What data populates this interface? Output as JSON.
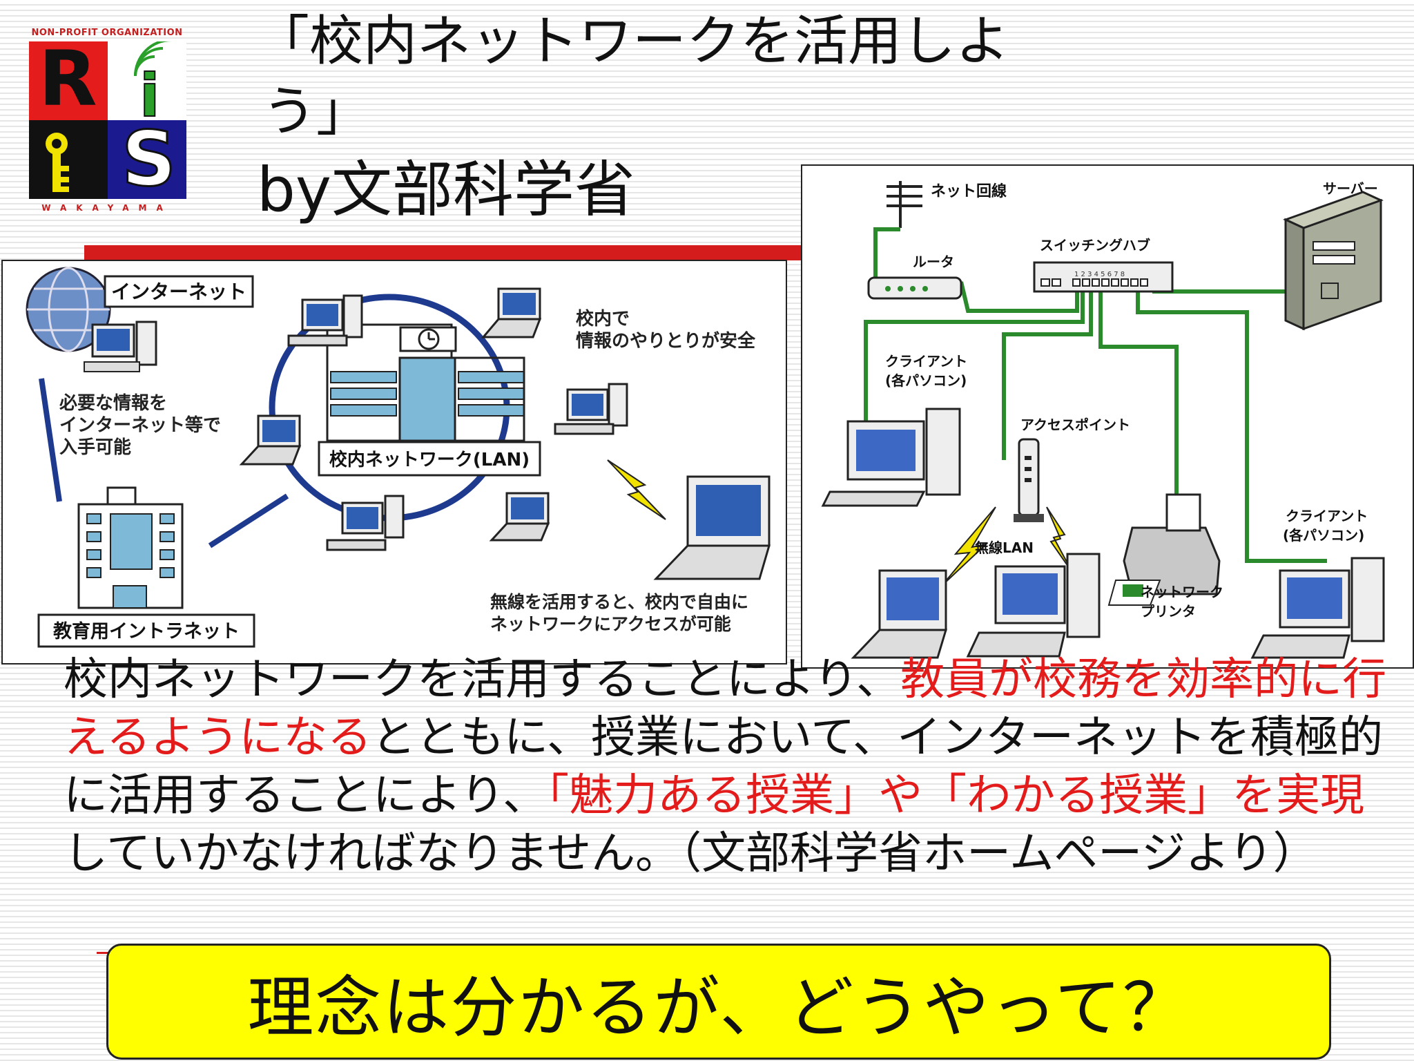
{
  "logo": {
    "org": "NON-PROFIT ORGANIZATION",
    "letters": [
      "R",
      "i",
      "S"
    ],
    "location": "WAKAYAMA",
    "colors": {
      "red": "#e41c1c",
      "navy": "#1b1b8f",
      "black": "#111111",
      "yellow": "#f2e200",
      "green": "#2aa02a"
    }
  },
  "title": {
    "line1": "「校内ネットワークを活用しよ",
    "line2": "う」",
    "line3": "by文部科学省"
  },
  "left_diagram": {
    "internet": "インターネット",
    "lan": "校内ネットワーク(LAN)",
    "intranet": "教育用イントラネット",
    "note_safe": [
      "校内で",
      "情報のやりとりが安全"
    ],
    "note_info": [
      "必要な情報を",
      "インターネット等で",
      "入手可能"
    ],
    "note_wireless": [
      "無線を活用すると、校内で自由に",
      "ネットワークにアクセスが可能"
    ]
  },
  "right_diagram": {
    "net_line": "ネット回線",
    "server": "サーバー",
    "router": "ルータ",
    "switching_hub": "スイッチングハブ",
    "port_numbers": "1 2 3 4 5 6 7 8",
    "client_left": [
      "クライアント",
      "(各パソコン)"
    ],
    "access_point": "アクセスポイント",
    "wireless_lan": "無線LAN",
    "printer": [
      "ネットワーク",
      "プリンタ"
    ],
    "client_right": [
      "クライアント",
      "(各パソコン)"
    ]
  },
  "body": {
    "p1": "校内ネットワークを活用することにより、",
    "r1": "教員が校務を効率的に行えるようになる",
    "p2": "とともに、授業において、インターネットを積極的に活用することにより、",
    "r2": "「魅力ある授業」や「わかる授業」を実現",
    "p3": "していかなければなりません。（文部科学省ホームページより）"
  },
  "callout": "理念は分かるが、どうやって？"
}
